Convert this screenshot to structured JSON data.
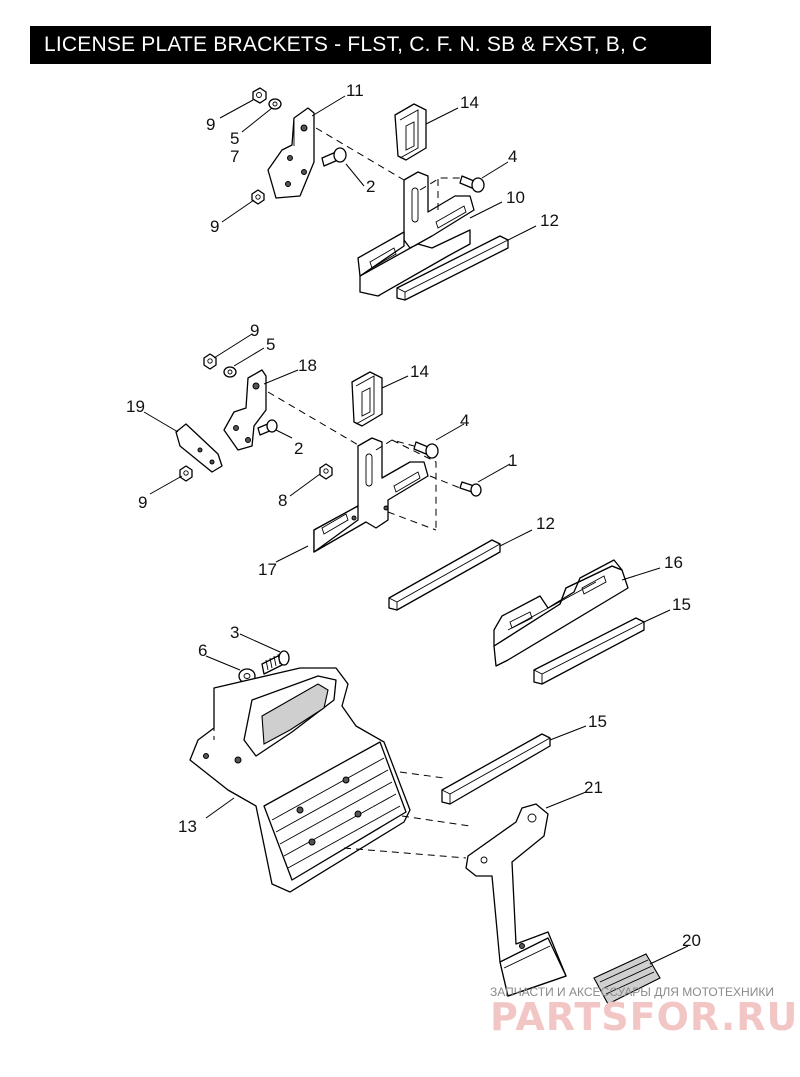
{
  "title": "LICENSE PLATE BRACKETS - FLST, C. F. N. SB & FXST, B, C",
  "callouts": {
    "c9a": "9",
    "c5a": "5",
    "c7": "7",
    "c11": "11",
    "c14a": "14",
    "c4a": "4",
    "c2a": "2",
    "c10": "10",
    "c12a": "12",
    "c9b": "9",
    "c9c": "9",
    "c5b": "5",
    "c18": "18",
    "c14b": "14",
    "c19": "19",
    "c4b": "4",
    "c2b": "2",
    "c1": "1",
    "c9d": "9",
    "c8": "8",
    "c17": "17",
    "c12b": "12",
    "c16": "16",
    "c15a": "15",
    "c3": "3",
    "c6": "6",
    "c15b": "15",
    "c21": "21",
    "c13": "13",
    "c20": "20"
  },
  "watermark": {
    "top_text": "ЗАПЧАСТИ И АКСЕССУАРЫ ДЛЯ МОТОТЕХНИКИ",
    "brand_text": "PARTSFOR.RU"
  }
}
